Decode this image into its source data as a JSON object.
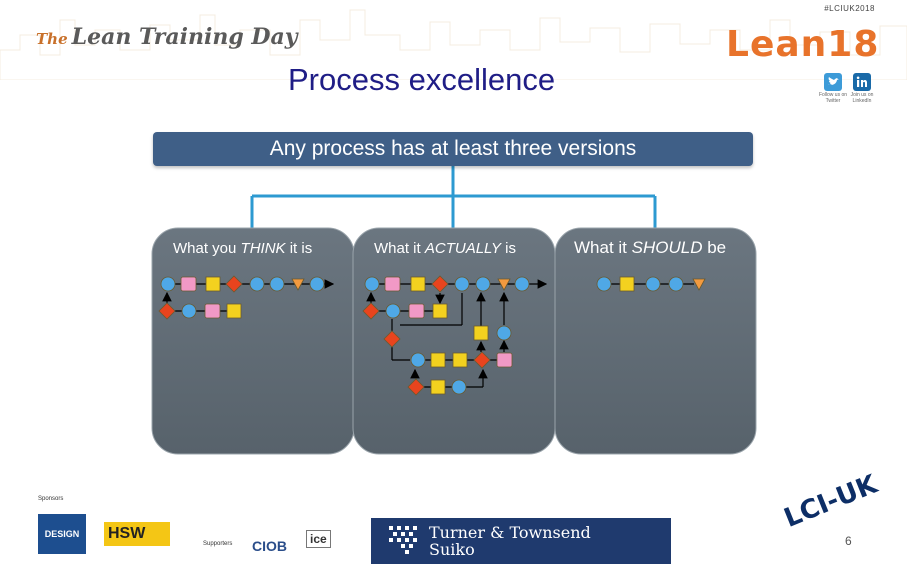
{
  "header": {
    "hashtag": "#LCIUK2018",
    "event_the": "The",
    "event_name": "Lean Training Day",
    "logo_text": "Lean18",
    "twitter_caption": "Follow us on Twitter",
    "linkedin_caption": "Join us on LinkedIn"
  },
  "slide": {
    "title": "Process excellence",
    "banner": "Any process has at least three versions",
    "panels": [
      {
        "prefix": "What you ",
        "emph": "THINK",
        "suffix": " it is"
      },
      {
        "prefix": "What it ",
        "emph": "ACTUALLY",
        "suffix": " is"
      },
      {
        "prefix": "What it ",
        "emph": "SHOULD",
        "suffix": " be"
      }
    ],
    "page_number": "6"
  },
  "footer": {
    "sponsors_label": "Sponsors",
    "supporters_label": "Supporters",
    "sponsor_1": "DESIGN",
    "sponsor_2": "HSW",
    "supporter_1": "CIOB",
    "supporter_2": "ice",
    "main_sponsor_line1": "Turner & Townsend",
    "main_sponsor_line2": "Suiko",
    "lci_logo": "LCI-UK"
  },
  "colors": {
    "title": "#1f1d86",
    "banner": "#3f5f87",
    "panel": "#5f6b74",
    "connector": "#2d9ad1",
    "circle": "#4fa8e6",
    "square": "#f3d11f",
    "pink": "#f199c6",
    "diamond": "#e8441e",
    "triangle": "#f39a3f",
    "lean_orange": "#e8732b"
  },
  "icons": [
    "twitter-icon",
    "linkedin-icon",
    "lean18-logo",
    "lci-uk-logo",
    "turner-townsend-logo"
  ]
}
